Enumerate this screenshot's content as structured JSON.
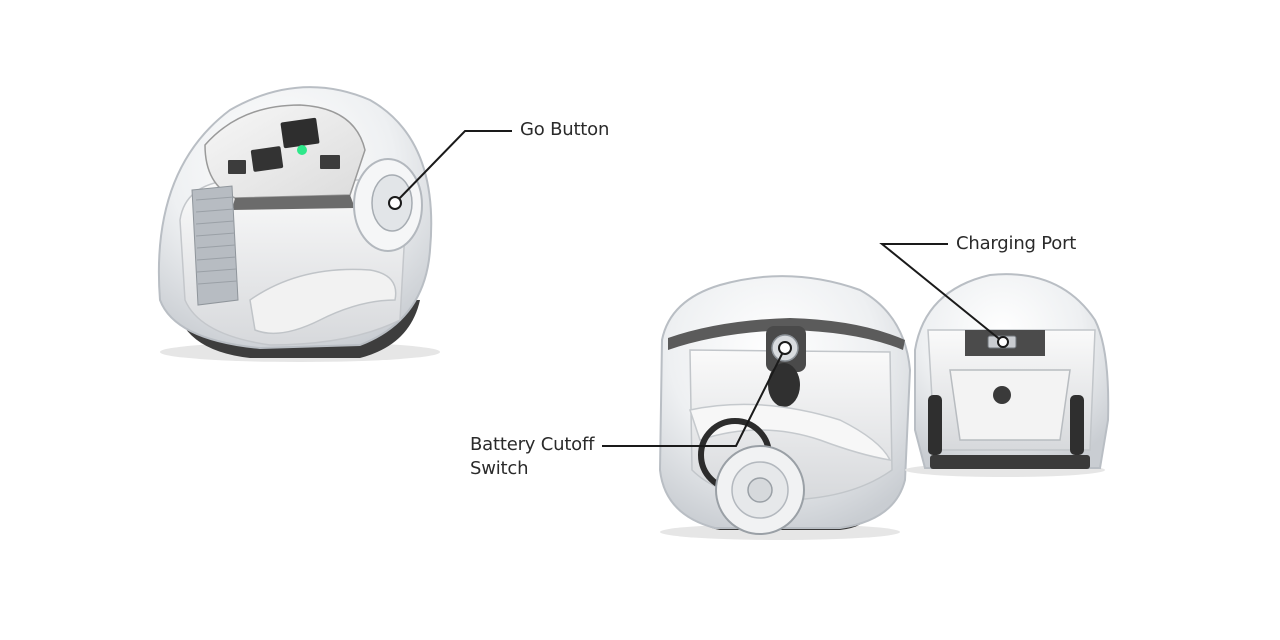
{
  "callouts": {
    "go_button": "Go Button",
    "charging_port": "Charging Port",
    "battery_cutoff_line1": "Battery Cutoff",
    "battery_cutoff_line2": "Switch"
  },
  "colors": {
    "background": "#ffffff",
    "leader_line": "#1a1a1a",
    "shell": "#e9ecef",
    "plastic_white": "#f4f4f4",
    "dark_base": "#3a3a3a",
    "led": "#2ee88a"
  }
}
